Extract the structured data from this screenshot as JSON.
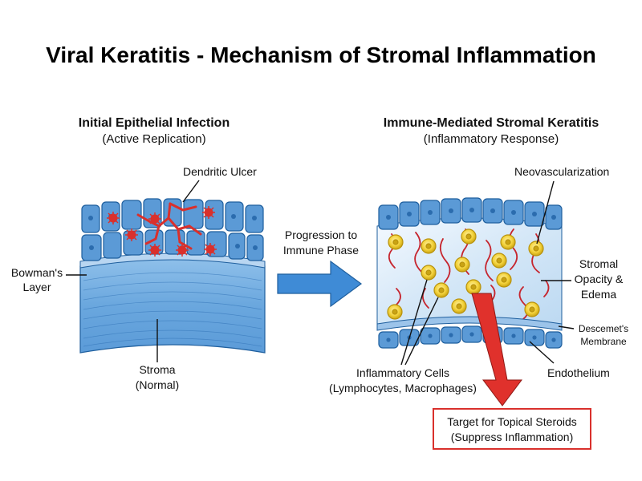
{
  "title": "Viral Keratitis - Mechanism of Stromal Inflammation",
  "left_panel": {
    "heading": "Initial Epithelial Infection",
    "subheading": "(Active Replication)",
    "labels": {
      "dendritic_ulcer": "Dendritic Ulcer",
      "bowmans_1": "Bowman's",
      "bowmans_2": "Layer",
      "stroma_1": "Stroma",
      "stroma_2": "(Normal)"
    }
  },
  "transition": {
    "line1": "Progression to",
    "line2": "Immune Phase"
  },
  "right_panel": {
    "heading": "Immune-Mediated Stromal Keratitis",
    "subheading": "(Inflammatory Response)",
    "labels": {
      "neovascularization": "Neovascularization",
      "stromal_1": "Stromal",
      "stromal_2": "Opacity &",
      "stromal_3": "Edema",
      "descemet_1": "Descemet's",
      "descemet_2": "Membrane",
      "endothelium": "Endothelium",
      "inflam_1": "Inflammatory Cells",
      "inflam_2": "(Lymphocytes, Macrophages)"
    }
  },
  "target_box": {
    "line1": "Target for Topical Steroids",
    "line2": "(Suppress Inflammation)"
  },
  "colors": {
    "cell_blue": "#4a8fd0",
    "cell_outline": "#1f5f9e",
    "stroma_light": "#d5e8f8",
    "virus_red": "#d9302c",
    "vessel_red": "#c6252e",
    "inflam_yellow": "#f3d23a",
    "arrow_blue": "#3f8bd6",
    "target_red": "#e0312c"
  },
  "icons": [
    "virus-icon",
    "inflammatory-cell-icon",
    "progression-arrow-icon",
    "steroid-target-arrow-icon"
  ]
}
